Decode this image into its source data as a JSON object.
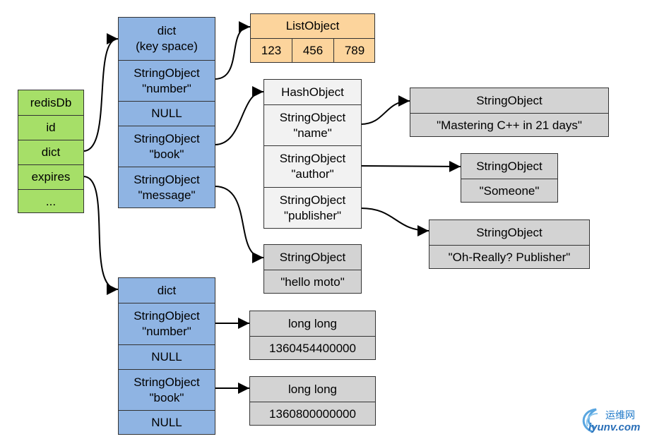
{
  "redisDb": {
    "fields": [
      "redisDb",
      "id",
      "dict",
      "expires",
      "..."
    ]
  },
  "keyspace": {
    "header": "dict\n(key space)",
    "entries": [
      "StringObject\n\"number\"",
      "NULL",
      "StringObject\n\"book\"",
      "StringObject\n\"message\""
    ]
  },
  "listObject": {
    "title": "ListObject",
    "values": [
      "123",
      "456",
      "789"
    ]
  },
  "hashObject": {
    "title": "HashObject",
    "fields": [
      "StringObject\n\"name\"",
      "StringObject\n\"author\"",
      "StringObject\n\"publisher\""
    ]
  },
  "nameValue": {
    "title": "StringObject",
    "value": "\"Mastering C++ in 21 days\""
  },
  "authorValue": {
    "title": "StringObject",
    "value": "\"Someone\""
  },
  "publisherValue": {
    "title": "StringObject",
    "value": "\"Oh-Really? Publisher\""
  },
  "messageValue": {
    "title": "StringObject",
    "value": "\"hello moto\""
  },
  "expiresDict": {
    "header": "dict",
    "entries": [
      "StringObject\n\"number\"",
      "NULL",
      "StringObject\n\"book\"",
      "NULL"
    ]
  },
  "numberExpire": {
    "title": "long long",
    "value": "1360454400000"
  },
  "bookExpire": {
    "title": "long long",
    "value": "1360800000000"
  },
  "watermark": {
    "chinese": "运维网",
    "site": "iyunv.com"
  },
  "colors": {
    "redisDb": "#a6df68",
    "dict": "#8fb4e3",
    "list": "#fcd49c",
    "hash": "#f2f2f2",
    "value": "#d3d3d3"
  }
}
